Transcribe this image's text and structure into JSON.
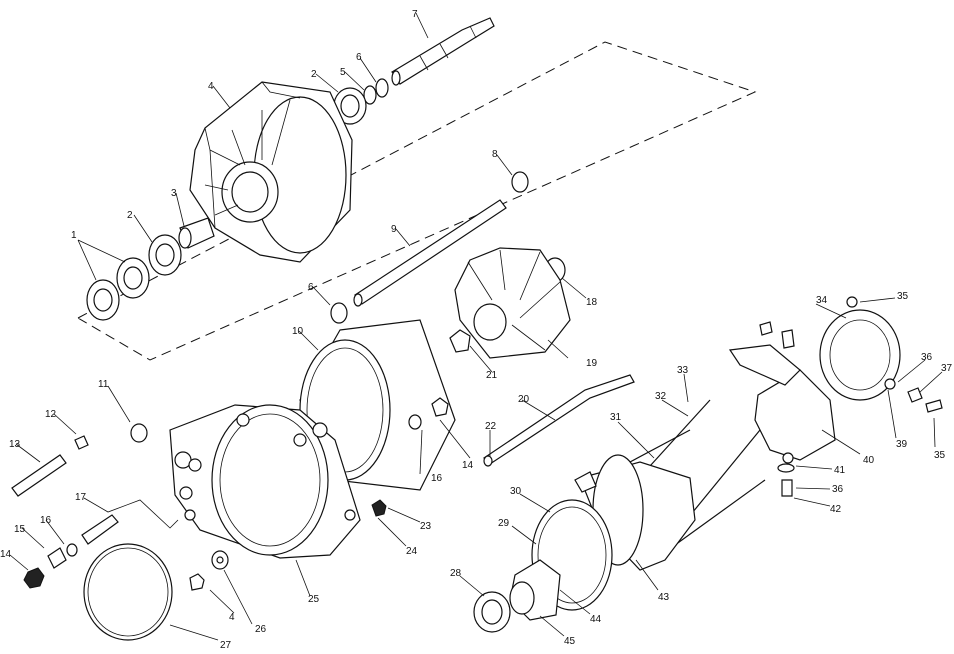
{
  "diagram": {
    "callouts": [
      "1",
      "2",
      "3",
      "4",
      "2",
      "5",
      "6",
      "7",
      "8",
      "9",
      "6",
      "10",
      "11",
      "12",
      "13",
      "14",
      "15",
      "16",
      "17",
      "18",
      "19",
      "20",
      "21",
      "22",
      "23",
      "24",
      "25",
      "26",
      "27",
      "28",
      "29",
      "30",
      "31",
      "32",
      "33",
      "34",
      "35",
      "36",
      "37",
      "35",
      "36",
      "39",
      "40",
      "41",
      "42",
      "43",
      "44",
      "45",
      "16",
      "14",
      "4"
    ]
  }
}
